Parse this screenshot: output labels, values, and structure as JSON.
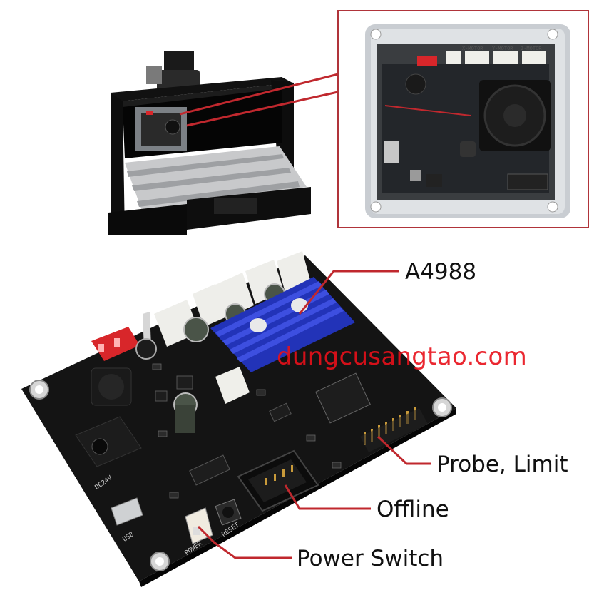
{
  "callouts": {
    "driver": "A4988",
    "probe_limit": "Probe, Limit",
    "offline": "Offline",
    "power_switch": "Power Switch"
  },
  "watermark": "dungcusangtao.com",
  "board_silkscreen": {
    "dc_label": "DC24V",
    "usb_label": "USB",
    "power_label": "POWER",
    "reset_label": "RESET",
    "x_motor": "X-MOTOR",
    "y_motor": "Y-MOTOR",
    "z_motor": "Z-MOTOR"
  },
  "colors": {
    "highlight_box": "#c0282e",
    "leader_line": "#c0282e",
    "pcb": "#141414",
    "heatsink": "#2a3bd0",
    "terminal_red": "#d8262a",
    "connector": "#eeeeea"
  }
}
